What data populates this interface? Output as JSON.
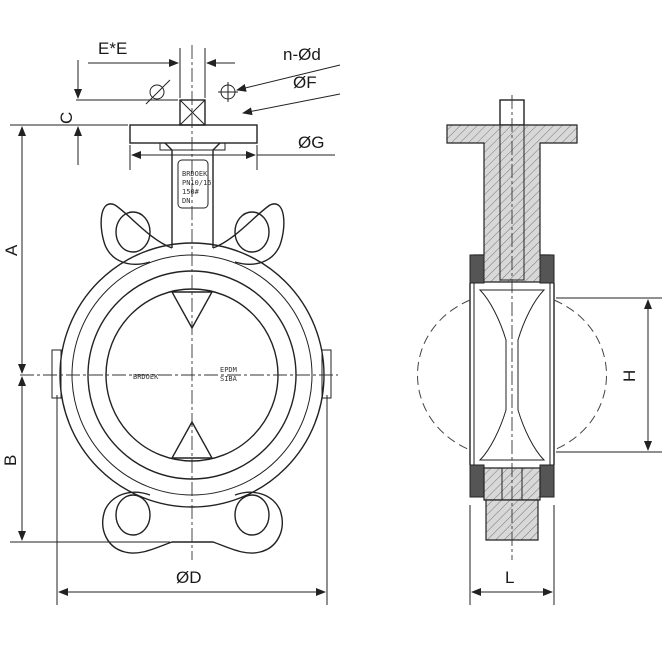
{
  "labels": {
    "ee": "E*E",
    "nd": "n-Ød",
    "f": "ØF",
    "c": "C",
    "g": "ØG",
    "a": "A",
    "b": "B",
    "d": "ØD",
    "h": "H",
    "l": "L"
  },
  "body_text": {
    "left": "BRDOEK",
    "right_top": "EPDM",
    "right_bottom": "SIBA"
  },
  "neck_text": [
    "BRDOEK",
    "PN10/16",
    "150#",
    "DN"
  ],
  "colors": {
    "ink": "#222222",
    "rubber": "#555555",
    "hatch": "#888888"
  }
}
